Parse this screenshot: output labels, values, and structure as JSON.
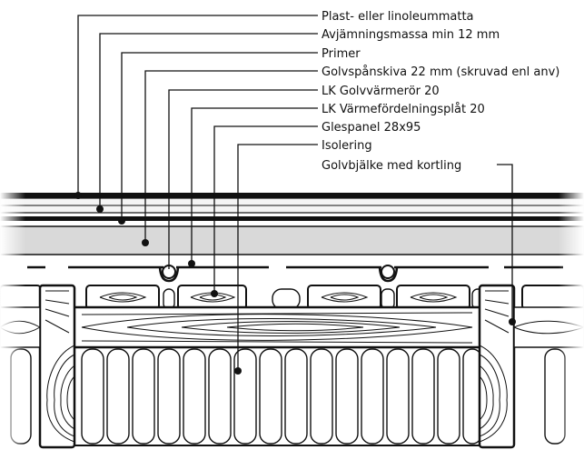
{
  "labels": [
    {
      "id": "matta",
      "text": "Plast- eller linoleummatta"
    },
    {
      "id": "avjamning",
      "text": "Avjämningsmassa min 12 mm"
    },
    {
      "id": "primer",
      "text": "Primer"
    },
    {
      "id": "golvspan",
      "text": "Golvspånskiva 22 mm (skruvad enl anv)"
    },
    {
      "id": "ror",
      "text": "LK Golvvärmerör 20"
    },
    {
      "id": "plat",
      "text": "LK Värmefördelningsplåt 20"
    },
    {
      "id": "glespanel",
      "text": "Glespanel 28x95"
    },
    {
      "id": "isolering",
      "text": "Isolering"
    },
    {
      "id": "balk",
      "text": "Golvbjälke med kortling"
    }
  ],
  "colors": {
    "line": "#111111",
    "chipboard": "#d9d9d9",
    "wood": "#ffffff",
    "grain": "#222222"
  }
}
